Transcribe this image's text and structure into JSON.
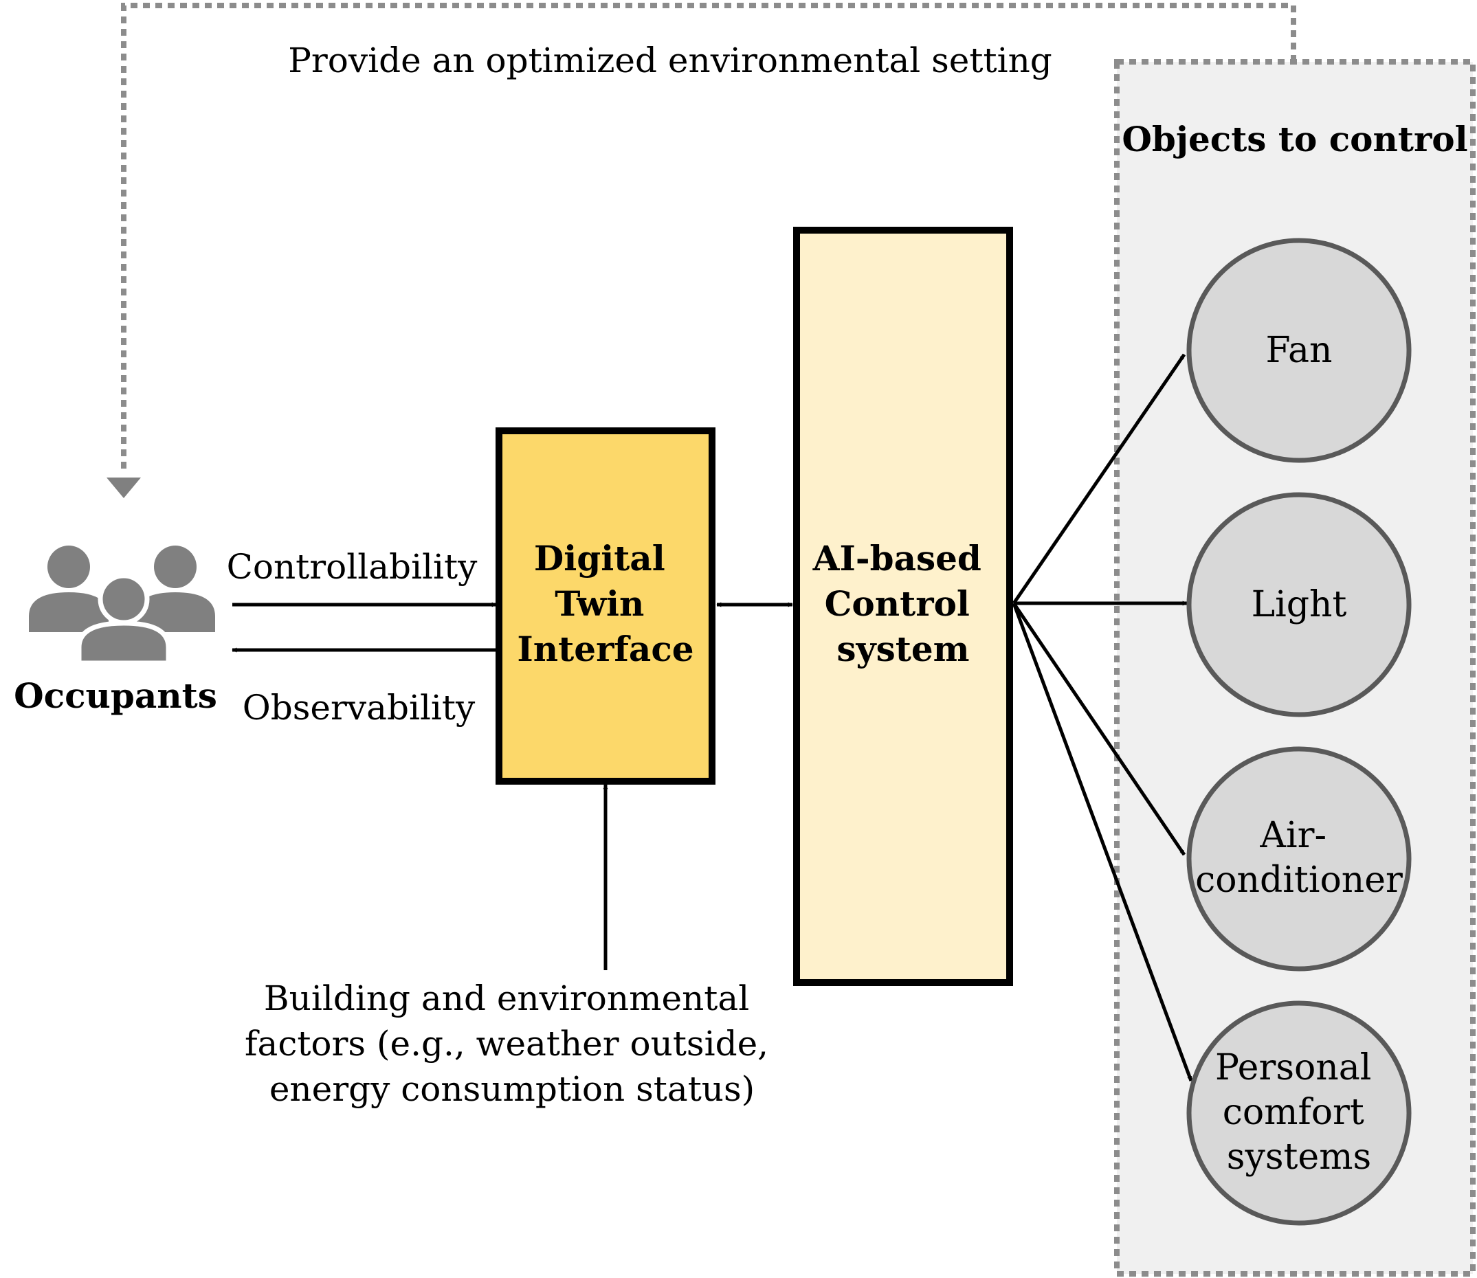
{
  "feedback_label": "Provide an optimized environmental setting",
  "group_title": "Objects to control",
  "occupants_label": "Occupants",
  "controllability_label": "Controllability",
  "observability_label": "Observability",
  "digital_twin": {
    "lines": [
      "Digital",
      "Twin",
      "Interface"
    ]
  },
  "ai_control": {
    "lines": [
      "AI-based",
      "Control",
      "system"
    ]
  },
  "environmental_factors": {
    "lines": [
      "Building and environmental",
      "factors (e.g., weather outside,",
      "energy consumption status)"
    ]
  },
  "objects": {
    "fan": {
      "lines": [
        "Fan"
      ]
    },
    "light": {
      "lines": [
        "Light"
      ]
    },
    "air_conditioner": {
      "lines": [
        "Air-",
        "conditioner"
      ]
    },
    "personal_comfort": {
      "lines": [
        "Personal",
        "comfort",
        "systems"
      ]
    }
  },
  "colors": {
    "digital_twin_fill": "#FCD86A",
    "ai_control_fill": "#FEF1CC",
    "object_fill": "#D8D8D8",
    "object_stroke": "#595959",
    "group_fill": "#F0F0F0",
    "dotted_stroke": "#8C8C8C",
    "occupant_icon": "#808080"
  },
  "icons": {
    "occupants": "people-group-icon"
  }
}
